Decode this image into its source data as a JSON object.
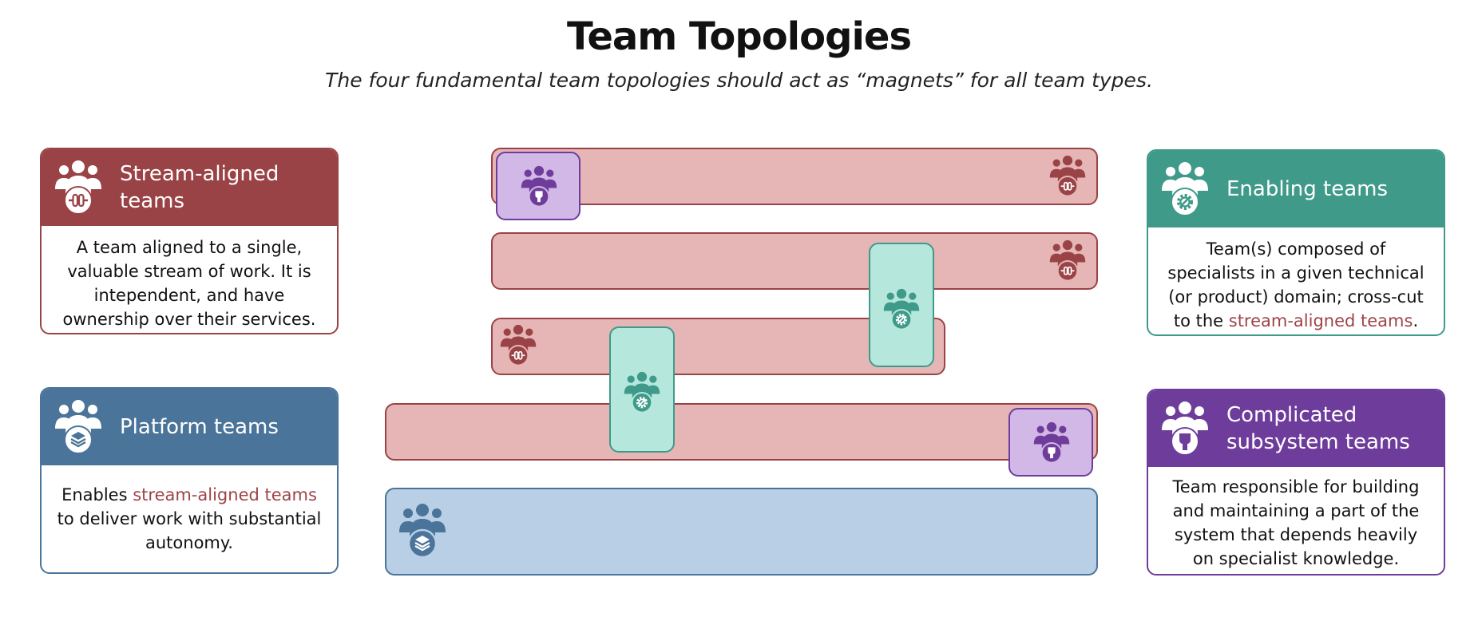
{
  "header": {
    "title": "Team Topologies",
    "subtitle": "The four fundamental team topologies should act as “magnets” for all team types."
  },
  "colors": {
    "stream": "#9a4346",
    "stream_fill": "#e6b5b6",
    "platform": "#4a7499",
    "platform_fill": "#b8cfe6",
    "enabling": "#3f9a89",
    "enabling_fill": "#b5e7dd",
    "complicated": "#6e3d9c",
    "complicated_fill": "#d2b8e6"
  },
  "cards": {
    "stream": {
      "title_line1": "Stream-aligned",
      "title_line2": "teams",
      "icon": "team-stream-icon",
      "description": "A team aligned to a single, valuable stream of work. It is intependent, and have ownership over their services."
    },
    "platform": {
      "title": "Platform teams",
      "icon": "team-platform-icon",
      "desc_before": "Enables ",
      "desc_link": "stream-aligned teams",
      "desc_after": " to deliver work with substantial autonomy."
    },
    "enabling": {
      "title": "Enabling teams",
      "icon": "team-enabling-icon",
      "desc_before": "Team(s) composed of specialists in a given technical (or product) domain; cross-cut to the ",
      "desc_link": "stream-aligned teams",
      "desc_after": "."
    },
    "complicated": {
      "title_line1": "Complicated",
      "title_line2": "subsystem teams",
      "icon": "team-complicated-icon",
      "description": "Team responsible for building and maintaining a part of the system that depends heavily on specialist knowledge."
    }
  }
}
